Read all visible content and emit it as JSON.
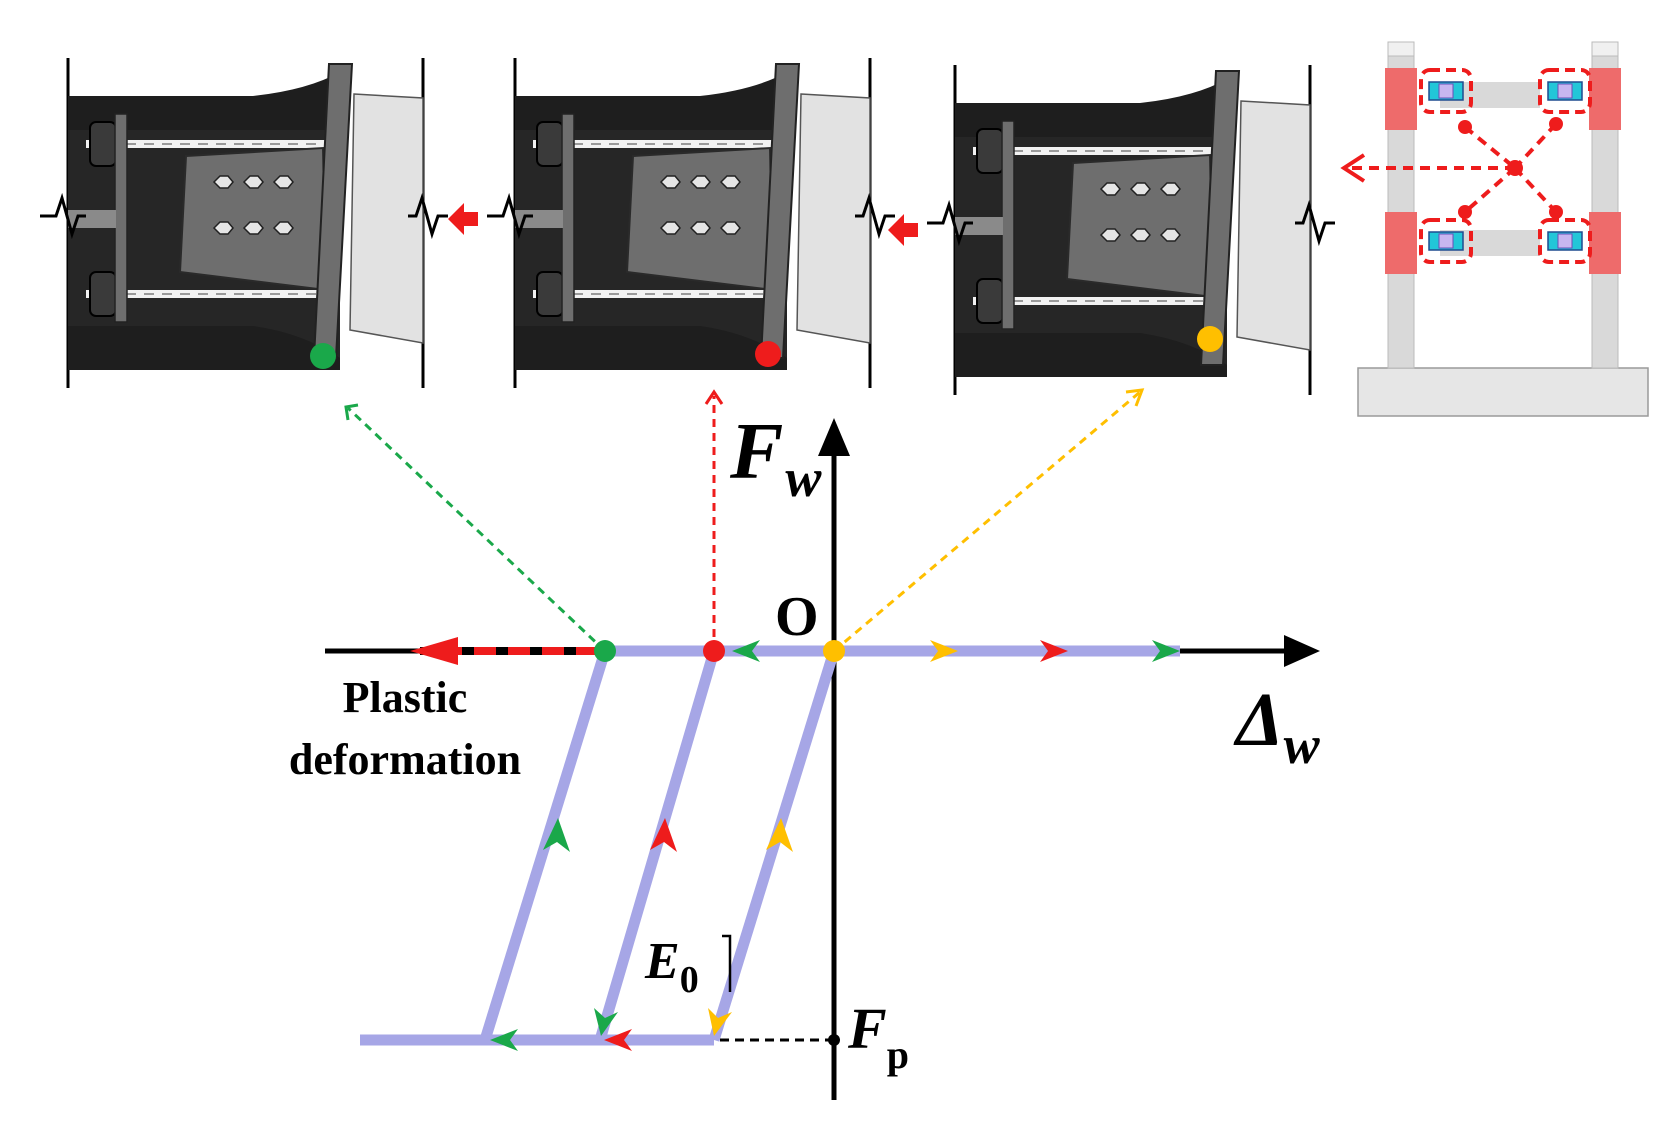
{
  "labels": {
    "force_axis_main": "F",
    "force_axis_sub": "w",
    "disp_axis_main": "Δ",
    "disp_axis_sub": "w",
    "origin": "O",
    "plastic_line1": "Plastic",
    "plastic_line2": "deformation",
    "stiffness_main": "E",
    "stiffness_sub": "0",
    "pretension_main": "F",
    "pretension_sub": "p"
  },
  "colors": {
    "path": "#a6a6e6",
    "green": "#1aa84a",
    "red": "#ee1c1c",
    "yellow": "#ffbf00",
    "axis": "#000000",
    "beam_dark": "#262626",
    "plate": "#6e6e6e",
    "column_light": "#e2e2e2",
    "frame_gray": "#d9d9d9",
    "frame_pink": "#ee6b6b",
    "device_cyan": "#22c6d8"
  },
  "panels": [
    {
      "name": "stage-green",
      "color": "green",
      "state": "plastic"
    },
    {
      "name": "stage-red",
      "color": "red",
      "state": "intermediate"
    },
    {
      "name": "stage-yellow",
      "color": "yellow",
      "state": "initial"
    }
  ],
  "icons": [
    "stage-arrow-icon",
    "stage-arrow-icon",
    "frame-elevation-icon"
  ]
}
